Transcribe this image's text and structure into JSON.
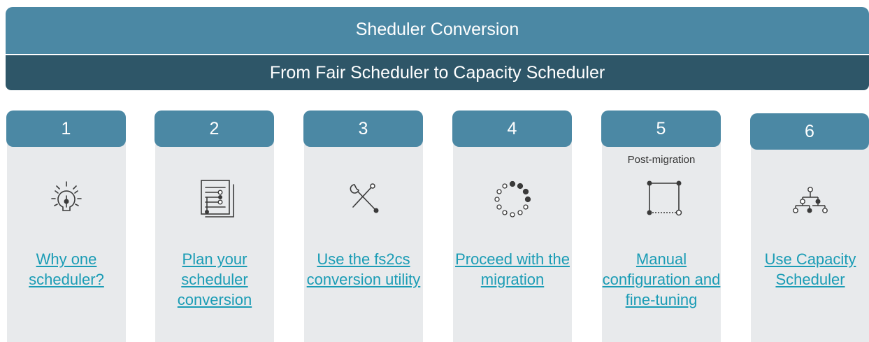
{
  "header": {
    "title": "Sheduler Conversion",
    "subtitle": "From Fair Scheduler to Capacity Scheduler"
  },
  "steps": [
    {
      "number": "1",
      "icon": "lightbulb-icon",
      "link": "Why one scheduler?",
      "sublabel": ""
    },
    {
      "number": "2",
      "icon": "plan-document-icon",
      "link": "Plan your scheduler conversion",
      "sublabel": ""
    },
    {
      "number": "3",
      "icon": "tools-icon",
      "link": "Use the fs2cs conversion utility",
      "sublabel": ""
    },
    {
      "number": "4",
      "icon": "progress-circle-icon",
      "link": "Proceed with the migration",
      "sublabel": ""
    },
    {
      "number": "5",
      "icon": "square-nodes-icon",
      "link": "Manual configuration and fine-tuning",
      "sublabel": "Post-migration"
    },
    {
      "number": "6",
      "icon": "hierarchy-tree-icon",
      "link": "Use Capacity Scheduler",
      "sublabel": ""
    }
  ],
  "colors": {
    "banner_top": "#4b88a4",
    "banner_bottom": "#2e5668",
    "card": "#e8eaec",
    "link": "#1a9cb5",
    "icon": "#3a3a3a"
  }
}
